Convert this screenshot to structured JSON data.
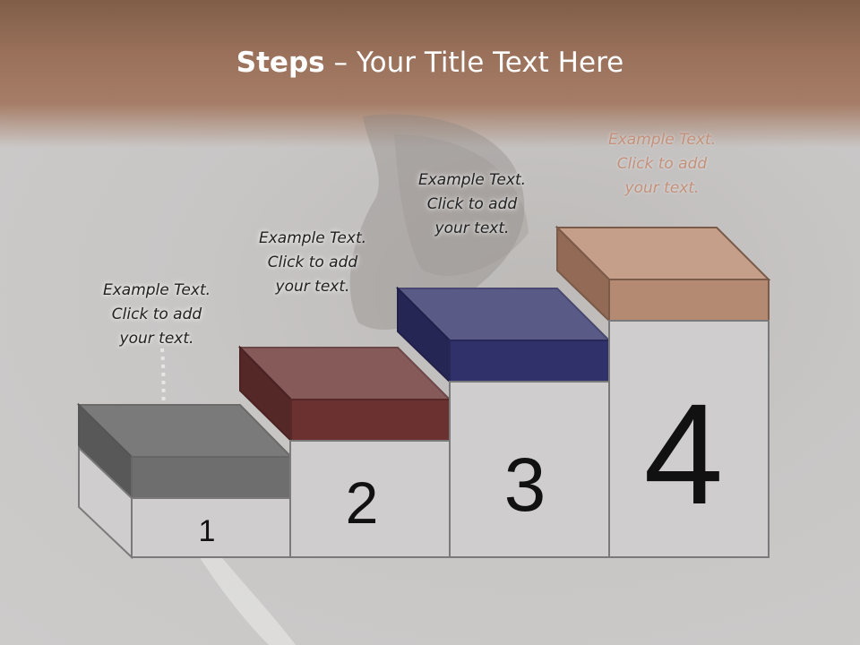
{
  "title": {
    "bold": "Steps",
    "dash": " – ",
    "rest": "Your Title Text Here"
  },
  "steps": [
    {
      "number": "1",
      "caption": [
        "Example Text.",
        "Click  to add",
        "your text."
      ],
      "top_color": "#7a7a7a",
      "front_color": "#6e6e6e",
      "side_color": "#585858"
    },
    {
      "number": "2",
      "caption": [
        "Example Text.",
        "Click  to add",
        "your text."
      ],
      "top_color": "#865a58",
      "front_color": "#6b3030",
      "side_color": "#552828"
    },
    {
      "number": "3",
      "caption": [
        "Example Text.",
        "Click  to add",
        "your text."
      ],
      "top_color": "#5a5a86",
      "front_color": "#30306b",
      "side_color": "#262655"
    },
    {
      "number": "4",
      "caption": [
        "Example Text.",
        "Click  to add",
        "your text."
      ],
      "top_color": "#c59f8a",
      "front_color": "#b58a72",
      "side_color": "#936a55"
    }
  ],
  "colors": {
    "header": "#99705a",
    "step_body": "#cfcdcd",
    "step_stroke": "#7a7a7a",
    "title_text": "#ffffff"
  }
}
